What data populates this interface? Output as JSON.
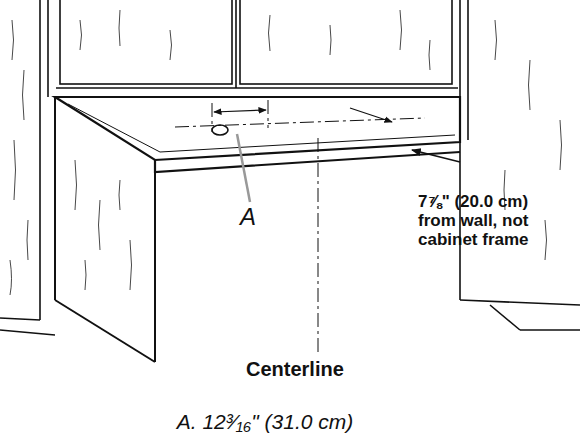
{
  "diagram": {
    "caption": "A. 12³⁄₁₆\" (31.0 cm)",
    "labels": [
      "A",
      "7⅞\" (20.0 cm) from wall, not cabinet frame",
      "Centerline"
    ]
  }
}
